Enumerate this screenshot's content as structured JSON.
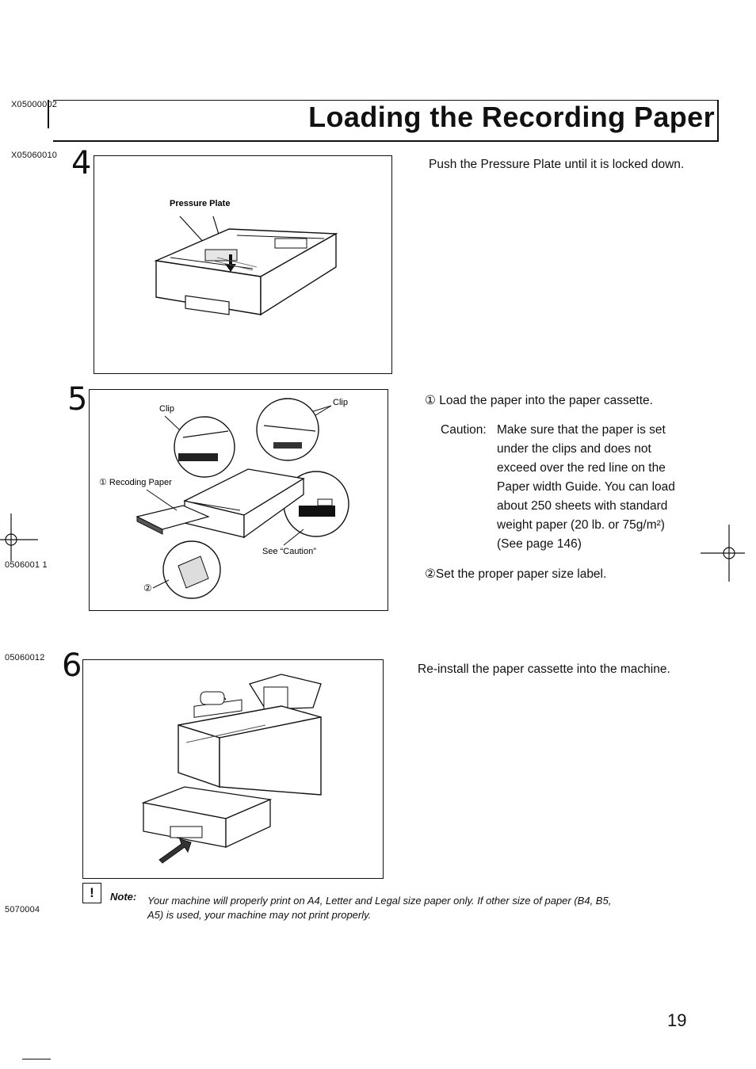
{
  "page": {
    "title": "Loading the Recording Paper",
    "page_number": "19",
    "ref_codes": {
      "title": "X05000002",
      "step4": "X05060010",
      "step5_margin": "0506001 1",
      "step6": "05060012",
      "note": "5070004"
    }
  },
  "steps": [
    {
      "number": "4",
      "figure_labels": [
        "Pressure Plate"
      ],
      "text": "Push the Pressure Plate until it is locked down."
    },
    {
      "number": "5",
      "figure_labels": [
        "Clip",
        "Clip",
        "① Recoding Paper",
        "See “Caution”",
        "②"
      ],
      "text1": "① Load the paper into the paper cassette.",
      "caution_label": "Caution:",
      "caution_lines": [
        "Make sure that the paper is set",
        "under the clips and does not",
        "exceed over the red line on the",
        "Paper width Guide. You can load",
        "about 250 sheets with standard",
        "weight paper (20 lb. or 75g/m²)",
        "(See page 146)"
      ],
      "text2": "②Set the proper paper size label."
    },
    {
      "number": "6",
      "text": "Re-install the paper cassette into the machine."
    }
  ],
  "note": {
    "icon": "exclamation-box-icon",
    "label": "Note:",
    "line1": "Your machine will properly print on A4, Letter and Legal size paper only.  If other size of paper (B4, B5,",
    "line2": "A5) is used, your machine may not print properly."
  }
}
